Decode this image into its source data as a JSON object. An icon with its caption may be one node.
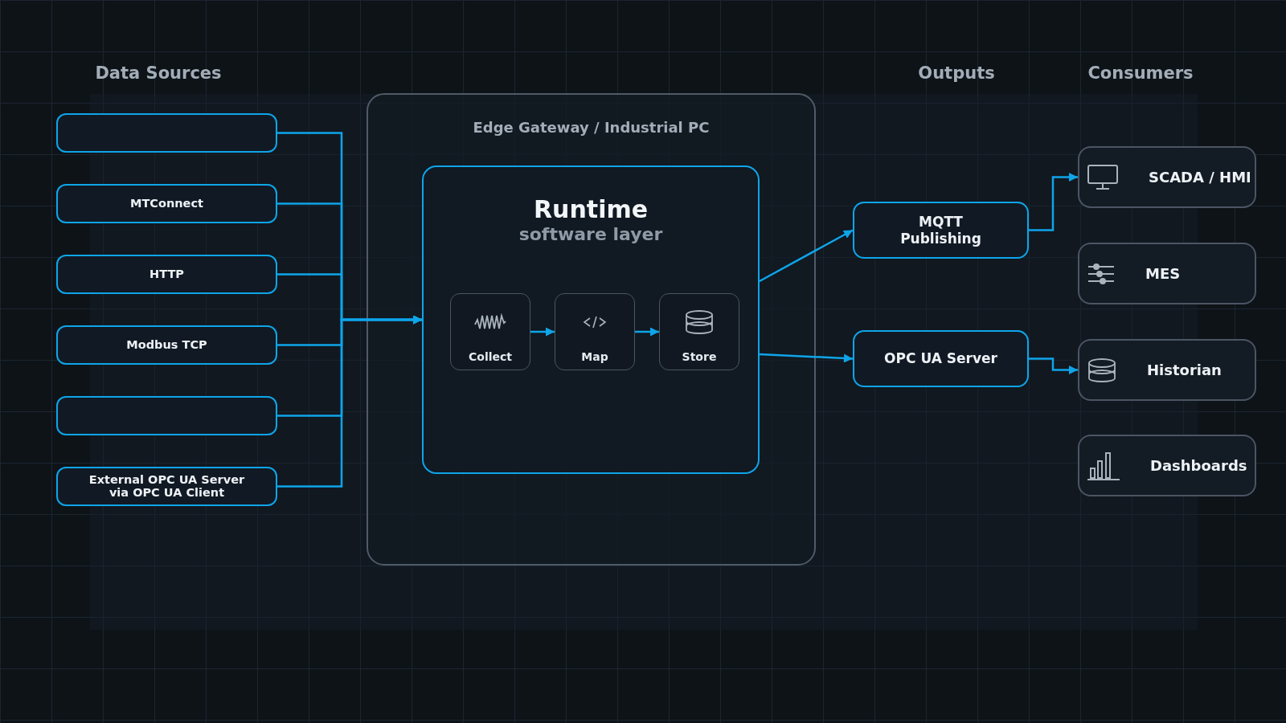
{
  "diagram": {
    "nodes": [
      {
        "text": [],
        "shape": "box"
      },
      {
        "text": [
          "MTConnect"
        ]
      },
      {
        "text": [
          "HTTP"
        ]
      },
      {
        "text": [
          "Modbus TCP"
        ]
      },
      {
        "text": [],
        "shape": "box"
      },
      {
        "text": [
          "External OPC UA Server via OPC UA Client"
        ]
      },
      {
        "text": [
          "Edge Gateway / Industrial PC"
        ]
      },
      {
        "text": [
          "Runtime",
          "software layer"
        ],
        "in": 6
      },
      {
        "text": [
          "Collect"
        ],
        "in": 7
      },
      {
        "text": [
          "Map"
        ],
        "in": 7
      },
      {
        "text": [
          "Store"
        ],
        "in": 7
      },
      {
        "text": [
          "MQTT Publishing"
        ]
      },
      {
        "text": [
          "OPC UA Server"
        ]
      },
      {
        "text": [
          "SCADA / HMI"
        ]
      },
      {
        "text": [
          "MES"
        ]
      },
      {
        "text": [
          "Historian"
        ]
      },
      {
        "text": [
          "Dashboards"
        ]
      }
    ],
    "edges": [
      {
        "from": 0,
        "to": 7,
        "arrow": "to"
      },
      {
        "from": 1,
        "to": 7,
        "arrow": "to"
      },
      {
        "from": 2,
        "to": 7,
        "arrow": "to"
      },
      {
        "from": 3,
        "to": 7,
        "arrow": "to"
      },
      {
        "from": 4,
        "to": 7,
        "arrow": "to"
      },
      {
        "from": 5,
        "to": 7,
        "arrow": "to"
      },
      {
        "from": 8,
        "to": 9,
        "arrow": "to"
      },
      {
        "from": 9,
        "to": 10,
        "arrow": "to"
      },
      {
        "from": 7,
        "to": 11,
        "arrow": "to"
      },
      {
        "from": 7,
        "to": 12,
        "arrow": "to"
      },
      {
        "from": 11,
        "to": 13,
        "arrow": "to"
      },
      {
        "from": 12,
        "to": 15,
        "arrow": "to"
      }
    ],
    "labels": [
      "Data Sources",
      "Outputs",
      "Consumers"
    ]
  }
}
